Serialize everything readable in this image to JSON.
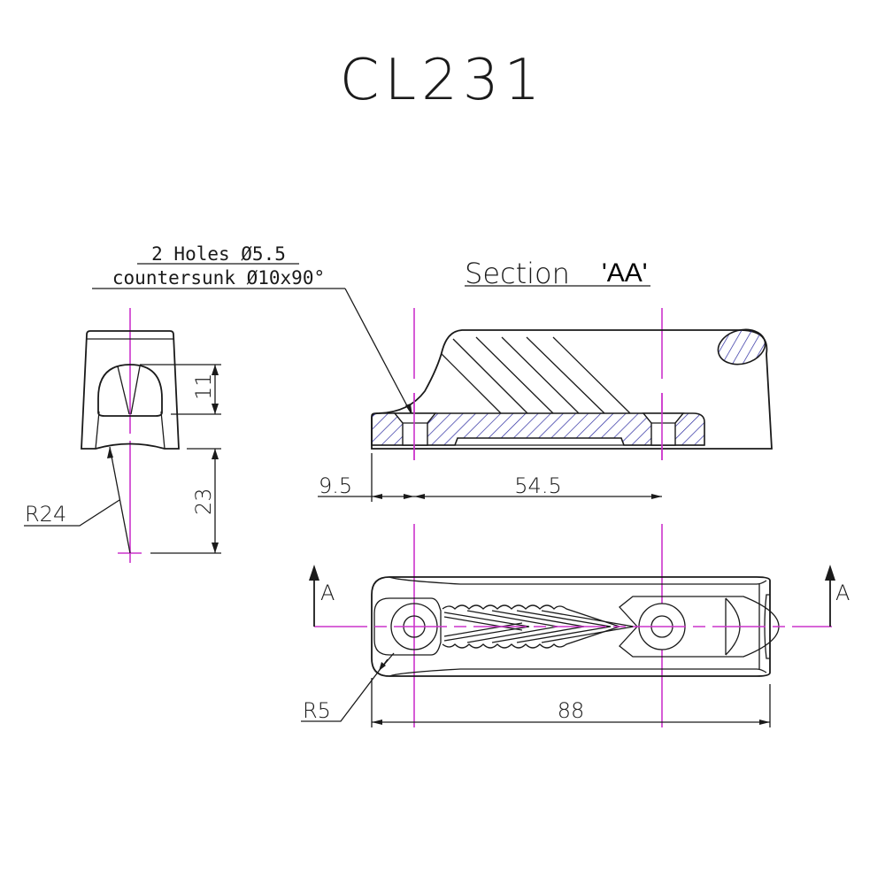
{
  "title": "CL231",
  "note": {
    "line1": "2 Holes Ø5.5",
    "line2": "countersunk Ø10x90°"
  },
  "section": {
    "label": "Section",
    "name": "'AA'"
  },
  "dimensions": {
    "end_view_height": "11",
    "end_view_radius_offset": "23",
    "end_view_radius": "R24",
    "edge_to_hole": "9.5",
    "hole_spacing": "54.5",
    "overall_length": "88",
    "corner_radius": "R5"
  },
  "section_markers": {
    "left": "A",
    "right": "A"
  },
  "colors": {
    "line": "#1a1a1a",
    "centerline": "#cc33cc",
    "hatch": "#2a2aa0"
  }
}
